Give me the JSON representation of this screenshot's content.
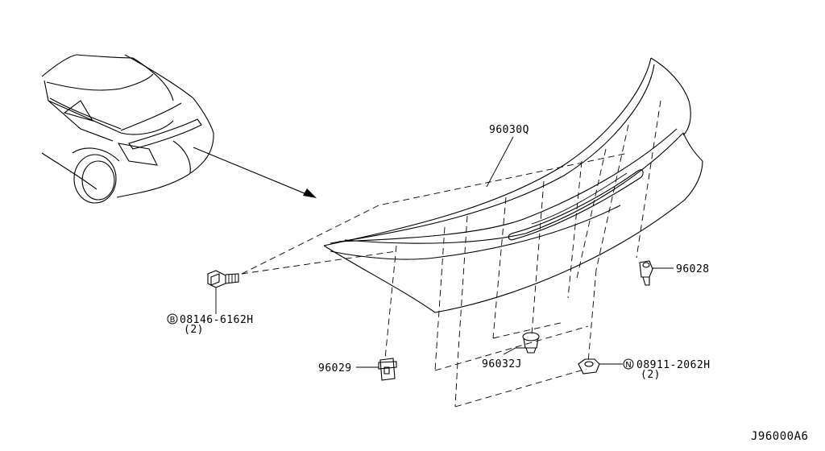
{
  "diagram": {
    "diagram_id": "J96000A6",
    "parts": [
      {
        "id": "spoiler",
        "code": "96030Q"
      },
      {
        "id": "clip-right",
        "code": "96028"
      },
      {
        "id": "clip-left",
        "code": "96029"
      },
      {
        "id": "grommet",
        "code": "96032J"
      },
      {
        "id": "bolt",
        "prefix": "B",
        "code": "08146-6162H",
        "qty": "(2)"
      },
      {
        "id": "nut",
        "prefix": "N",
        "code": "08911-2062H",
        "qty": "(2)"
      }
    ]
  }
}
